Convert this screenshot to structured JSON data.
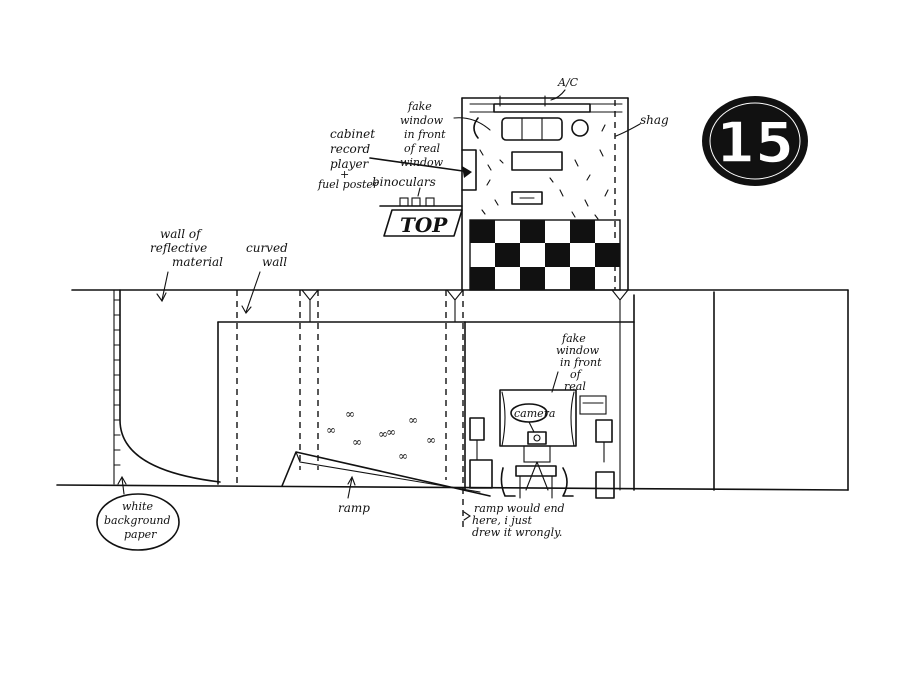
{
  "badge": {
    "number": "15"
  },
  "labels": {
    "wall_reflective": [
      "wall of",
      "reflective",
      "material"
    ],
    "curved_wall": [
      "curved",
      "wall"
    ],
    "fake_window_top": [
      "fake",
      "window",
      "in front",
      "of real",
      "window"
    ],
    "cabinet": [
      "cabinet",
      "record",
      "player"
    ],
    "fuel_poster": [
      "+",
      "fuel poster"
    ],
    "binoculars": "binoculars",
    "shag": "shag",
    "ac": "A/C",
    "top_sign": "TOP",
    "fake_window_room": [
      "fake",
      "window",
      "in front",
      "of",
      "real"
    ],
    "camera": "camera",
    "white_paper": [
      "white",
      "background",
      "paper"
    ],
    "ramp": "ramp",
    "ramp_note": [
      "ramp would end",
      "here, i just",
      "drew it wrongly."
    ]
  },
  "colors": {
    "ink": "#111111",
    "paper": "#ffffff"
  }
}
